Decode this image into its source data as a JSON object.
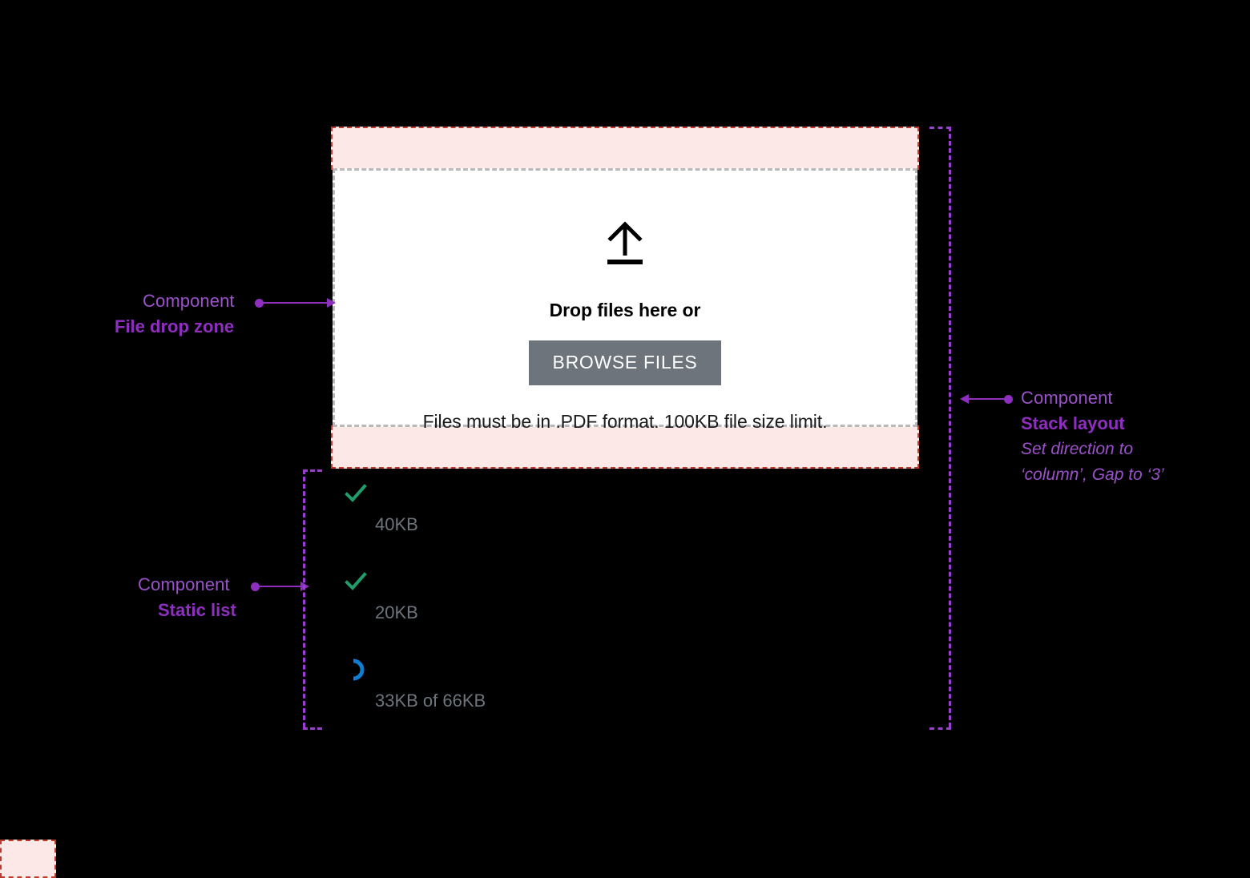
{
  "colors": {
    "background": "#000000",
    "annotation_purple": "#8e2fc0",
    "annotation_purple_light": "#9b51c9",
    "padding_fill": "#fde8e8",
    "padding_border": "#c0392b",
    "dropzone_border": "#b9b9b9",
    "dropzone_fill": "#ffffff",
    "button_fill": "#6d747c",
    "success_green": "#1f9d6a",
    "progress_blue": "#0b7dd4",
    "meta_text": "#6d747c"
  },
  "dropzone": {
    "icon": "upload-arrow-icon",
    "title": "Drop files here or",
    "browse_label": "BROWSE FILES",
    "hint": "Files must be in .PDF format. 100KB file size limit."
  },
  "file_list": {
    "items": [
      {
        "status": "check-icon",
        "meta": "40KB"
      },
      {
        "status": "check-icon",
        "meta": "20KB"
      },
      {
        "status": "spinner-icon",
        "meta": "33KB of 66KB"
      }
    ]
  },
  "annotations": {
    "file_drop_zone": {
      "kicker": "Component",
      "name": "File drop zone"
    },
    "static_list": {
      "kicker": "Component",
      "name": "Static list"
    },
    "stack_layout": {
      "kicker": "Component",
      "name": "Stack layout",
      "note_line1": "Set direction to",
      "note_line2": "‘column’, Gap to ‘3’"
    }
  }
}
